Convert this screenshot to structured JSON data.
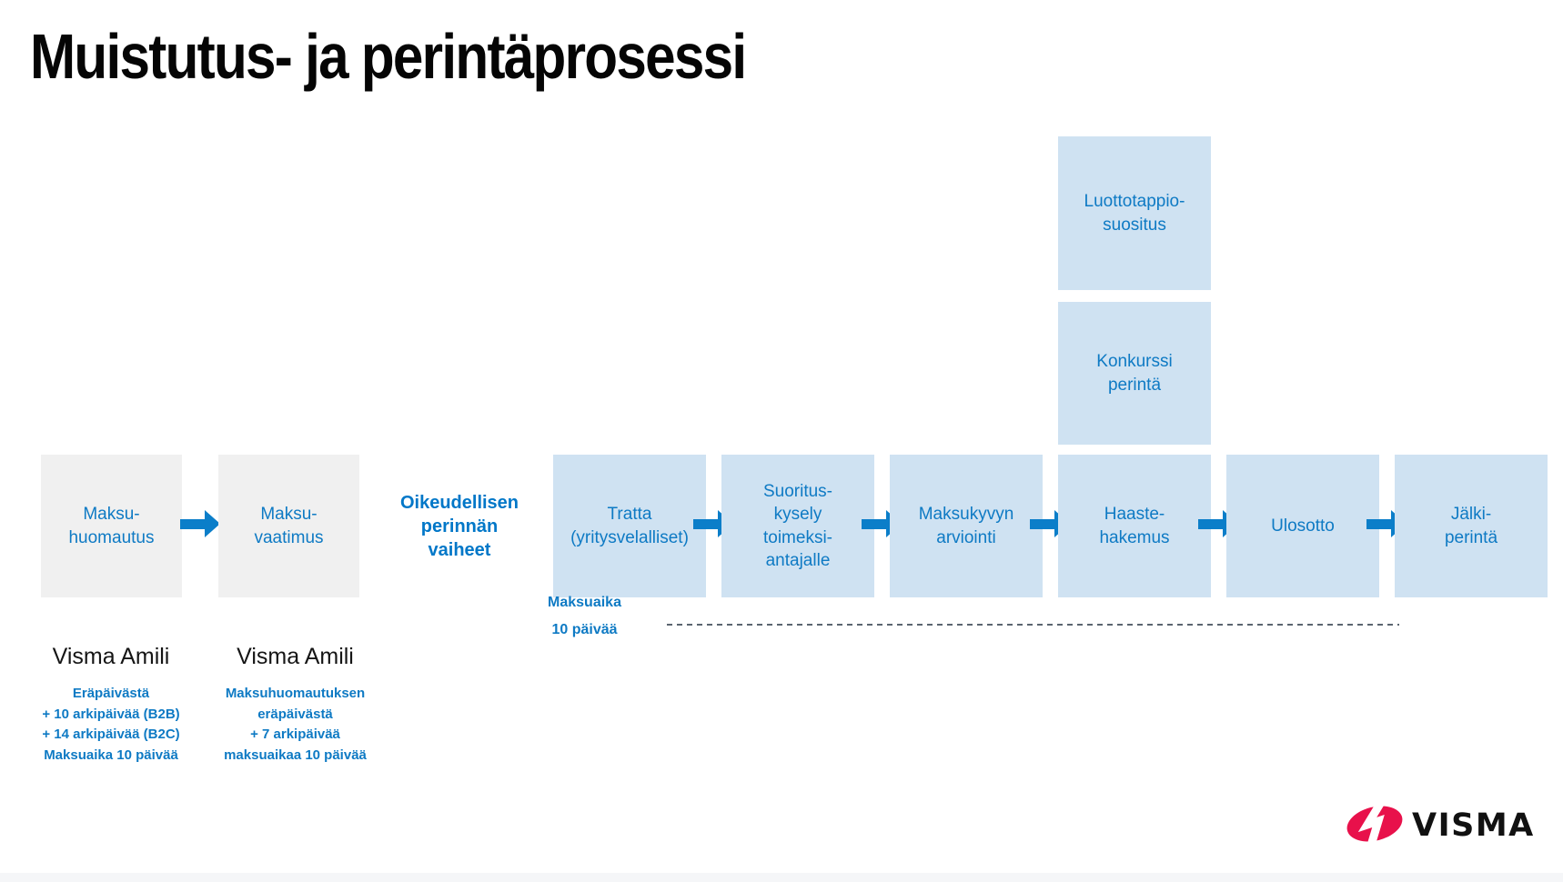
{
  "title": "Muistutus- ja perintäprosessi",
  "reminder_phase": {
    "steps": [
      {
        "label": "Maksu-\nhuomautus"
      },
      {
        "label": "Maksu-\nvaatimus"
      }
    ]
  },
  "legal_phase": {
    "heading": "Oikeudellisen\nperinnän\nvaiheet",
    "steps": [
      {
        "label": "Tratta\n(yritysvelalliset)"
      },
      {
        "label": "Suoritus-\nkysely\ntoimeksi-\nantajalle"
      },
      {
        "label": "Maksukyvyn\narviointi"
      },
      {
        "label": "Haaste-\nhakemus"
      },
      {
        "label": "Ulosotto"
      },
      {
        "label": "Jälki-\nperintä"
      }
    ],
    "branch_steps": [
      {
        "label": "Konkurssi\nperintä"
      },
      {
        "label": "Luottotappio-\nsuositus"
      }
    ]
  },
  "annotations": {
    "left": {
      "product": "Visma Amili",
      "details": "Eräpäivästä\n+ 10 arkipäivää (B2B)\n+ 14 arkipäivää (B2C)\nMaksuaika 10 päivää"
    },
    "right": {
      "product": "Visma Amili",
      "details": "Maksuhuomautuksen\neräpäivästä\n+ 7 arkipäivää\nmaksuaikaa 10 päivää"
    },
    "payment_term": "Maksuaika\n10 päivää"
  },
  "logo": {
    "text": "VISMA"
  },
  "colors": {
    "step_blue_bg": "#cfe2f2",
    "step_gray_bg": "#f0f0f0",
    "text_blue": "#0e7ac4",
    "heading_blue": "#0077c8",
    "arrow_blue": "#0b7ec9",
    "dash_gray": "#5b6570",
    "logo_red": "#e8114b",
    "title_black": "#050505"
  }
}
